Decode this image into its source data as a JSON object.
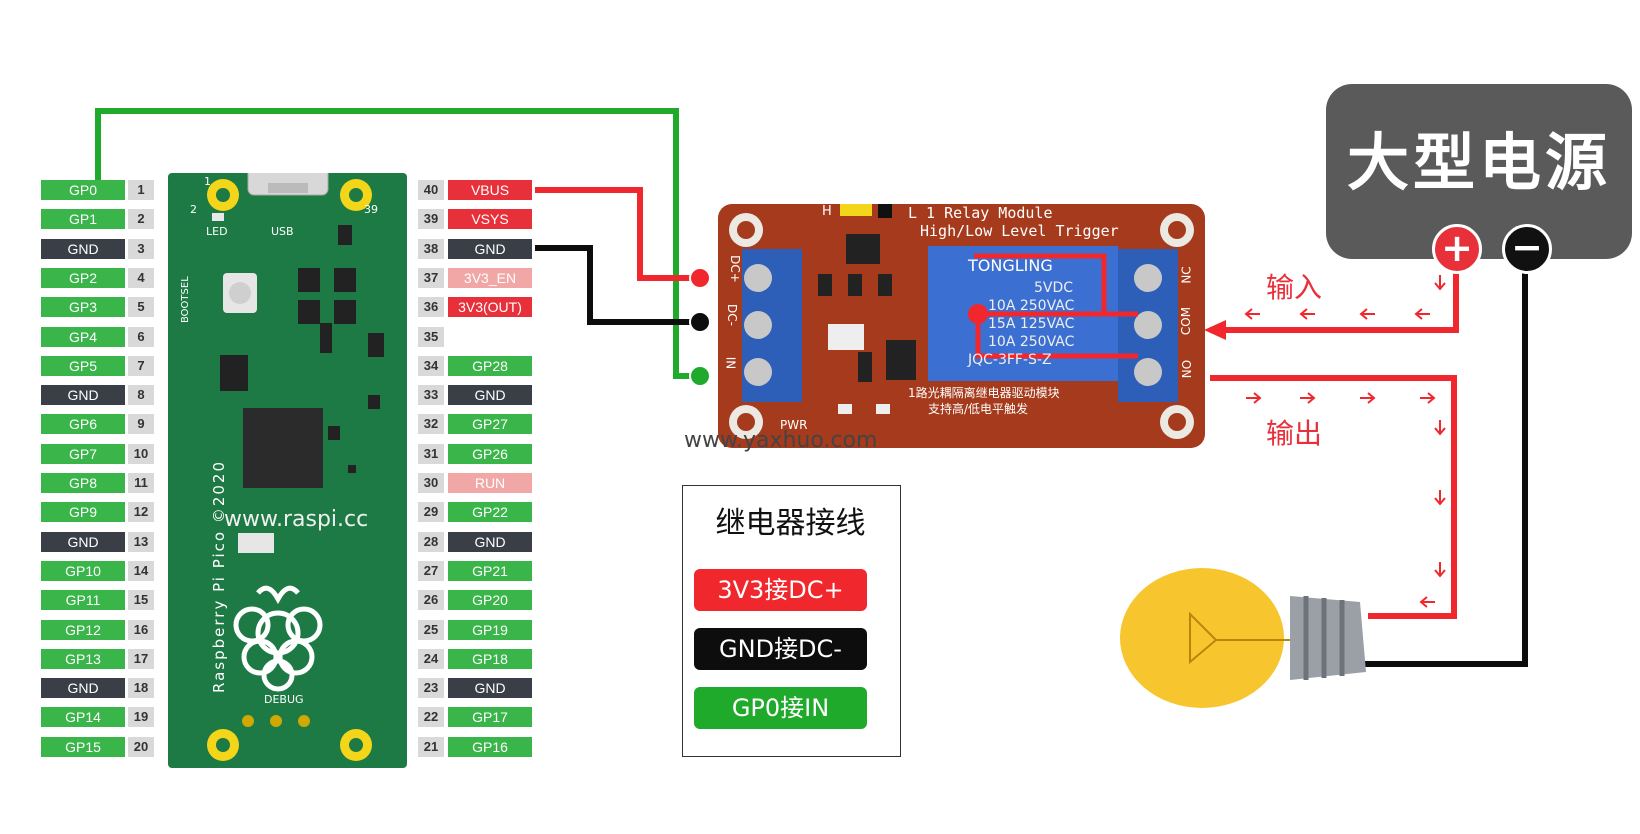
{
  "left_pins": [
    {
      "label": "GP0",
      "num": "1",
      "color": "green"
    },
    {
      "label": "GP1",
      "num": "2",
      "color": "green"
    },
    {
      "label": "GND",
      "num": "3",
      "color": "dark"
    },
    {
      "label": "GP2",
      "num": "4",
      "color": "green"
    },
    {
      "label": "GP3",
      "num": "5",
      "color": "green"
    },
    {
      "label": "GP4",
      "num": "6",
      "color": "green"
    },
    {
      "label": "GP5",
      "num": "7",
      "color": "green"
    },
    {
      "label": "GND",
      "num": "8",
      "color": "dark"
    },
    {
      "label": "GP6",
      "num": "9",
      "color": "green"
    },
    {
      "label": "GP7",
      "num": "10",
      "color": "green"
    },
    {
      "label": "GP8",
      "num": "11",
      "color": "green"
    },
    {
      "label": "GP9",
      "num": "12",
      "color": "green"
    },
    {
      "label": "GND",
      "num": "13",
      "color": "dark"
    },
    {
      "label": "GP10",
      "num": "14",
      "color": "green"
    },
    {
      "label": "GP11",
      "num": "15",
      "color": "green"
    },
    {
      "label": "GP12",
      "num": "16",
      "color": "green"
    },
    {
      "label": "GP13",
      "num": "17",
      "color": "green"
    },
    {
      "label": "GND",
      "num": "18",
      "color": "dark"
    },
    {
      "label": "GP14",
      "num": "19",
      "color": "green"
    },
    {
      "label": "GP15",
      "num": "20",
      "color": "green"
    }
  ],
  "right_pins": [
    {
      "label": "VBUS",
      "num": "40",
      "color": "red"
    },
    {
      "label": "VSYS",
      "num": "39",
      "color": "red"
    },
    {
      "label": "GND",
      "num": "38",
      "color": "dark"
    },
    {
      "label": "3V3_EN",
      "num": "37",
      "color": "pink"
    },
    {
      "label": "3V3(OUT)",
      "num": "36",
      "color": "red"
    },
    {
      "label": "",
      "num": "35",
      "color": "blank"
    },
    {
      "label": "GP28",
      "num": "34",
      "color": "green"
    },
    {
      "label": "GND",
      "num": "33",
      "color": "dark"
    },
    {
      "label": "GP27",
      "num": "32",
      "color": "green"
    },
    {
      "label": "GP26",
      "num": "31",
      "color": "green"
    },
    {
      "label": "RUN",
      "num": "30",
      "color": "pink"
    },
    {
      "label": "GP22",
      "num": "29",
      "color": "green"
    },
    {
      "label": "GND",
      "num": "28",
      "color": "dark"
    },
    {
      "label": "GP21",
      "num": "27",
      "color": "green"
    },
    {
      "label": "GP20",
      "num": "26",
      "color": "green"
    },
    {
      "label": "GP19",
      "num": "25",
      "color": "green"
    },
    {
      "label": "GP18",
      "num": "24",
      "color": "green"
    },
    {
      "label": "GND",
      "num": "23",
      "color": "dark"
    },
    {
      "label": "GP17",
      "num": "22",
      "color": "green"
    },
    {
      "label": "GP16",
      "num": "21",
      "color": "green"
    }
  ],
  "pico": {
    "corner_1": "1",
    "corner_2": "2",
    "corner_39": "39",
    "led": "LED",
    "usb": "USB",
    "bootsel": "BOOTSEL",
    "debug": "DEBUG",
    "board_text": "Raspberry Pi Pico ©2020",
    "watermark": "www.raspi.cc"
  },
  "relay": {
    "title_line1": "L 1 Relay Module",
    "title_line2": "High/Low Level Trigger",
    "brand": "TONGLING",
    "spec1": "5VDC",
    "spec2": "10A 250VAC",
    "spec3": "15A 125VAC",
    "spec4": "10A 250VAC",
    "model": "JQC-3FF-S-Z",
    "cn_line1": "1路光耦隔离继电器驱动模块",
    "cn_line2": "支持高/低电平触发",
    "in_dcplus": "DC+",
    "in_dcminus": "DC-",
    "in_in": "IN",
    "out_nc": "NC",
    "out_com": "COM",
    "out_no": "NO",
    "pwr": "PWR",
    "h": "H",
    "watermark": "www.yaxhuo.com"
  },
  "psu": {
    "title": "大型电源",
    "plus": "+",
    "minus": "−"
  },
  "flow": {
    "input": "输入",
    "output": "输出"
  },
  "legend": {
    "title": "继电器接线",
    "items": [
      {
        "text": "3V3接DC+",
        "color": "#f0282d"
      },
      {
        "text": "GND接DC-",
        "color": "#0d0d0d"
      },
      {
        "text": "GP0接IN",
        "color": "#1faa2c"
      }
    ]
  },
  "colors": {
    "wire_red": "#f0282d",
    "wire_black": "#0d0d0d",
    "wire_green": "#1faa2c"
  }
}
